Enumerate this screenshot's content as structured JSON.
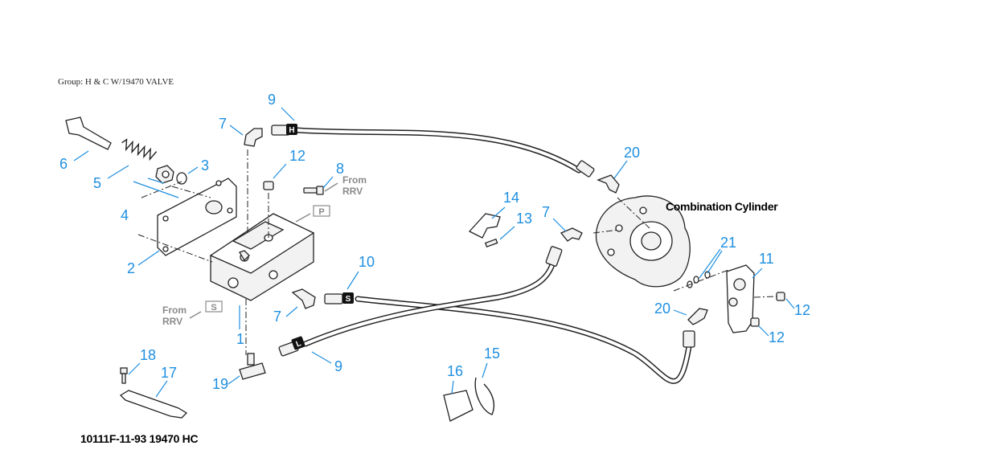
{
  "header": {
    "group_title": "Group: H & C W/19470 VALVE"
  },
  "footer": {
    "figure_id": "10111F-11-93 19470 HC"
  },
  "callouts": {
    "c1": "1",
    "c2": "2",
    "c3": "3",
    "c4": "4",
    "c5": "5",
    "c6": "6",
    "c7a": "7",
    "c7b": "7",
    "c7c": "7",
    "c8": "8",
    "c9a": "9",
    "c9b": "9",
    "c10": "10",
    "c11": "11",
    "c12a": "12",
    "c12b": "12",
    "c12c": "12",
    "c13": "13",
    "c14": "14",
    "c15": "15",
    "c16": "16",
    "c17": "17",
    "c18": "18",
    "c19": "19",
    "c20a": "20",
    "c20b": "20",
    "c21": "21"
  },
  "annotations": {
    "from_rrv_top": {
      "line1": "From",
      "line2": "RRV",
      "port_tag": "P"
    },
    "from_rrv_bottom": {
      "line1": "From",
      "line2": "RRV",
      "port_tag": "S"
    },
    "hose_tags": {
      "h": "H",
      "s": "S",
      "l": "L"
    },
    "combination_cylinder": "Combination Cylinder"
  },
  "colors": {
    "callout_blue": "#1e8fe0",
    "annotation_gray": "#8a8a8a",
    "line": "#222222"
  }
}
